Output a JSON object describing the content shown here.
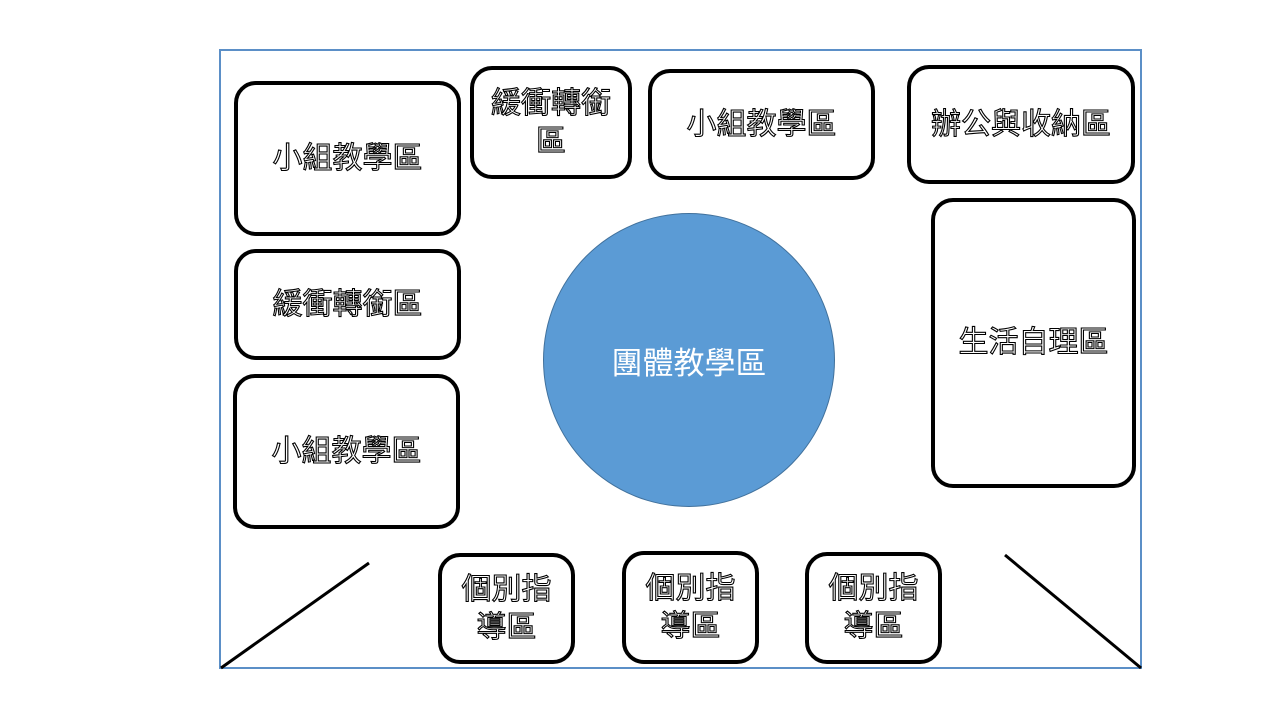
{
  "diagram": {
    "colors": {
      "frame_border": "#5b8fc7",
      "circle_fill": "#5b9bd5",
      "zone_border": "#000000"
    },
    "zones": {
      "small_group_top_left": "小組教學區",
      "buffer_top_line1": "緩衝轉銜",
      "buffer_top_line2": "區",
      "small_group_top_center": "小組教學區",
      "office_storage": "辦公與收納區",
      "buffer_left": "緩衝轉銜區",
      "small_group_bottom_left": "小組教學區",
      "self_care": "生活自理區",
      "group_teaching": "團體教學區",
      "individual_1_line1": "個別指",
      "individual_1_line2": "導區",
      "individual_2_line1": "個別指",
      "individual_2_line2": "導區",
      "individual_3_line1": "個別指",
      "individual_3_line2": "導區"
    }
  }
}
